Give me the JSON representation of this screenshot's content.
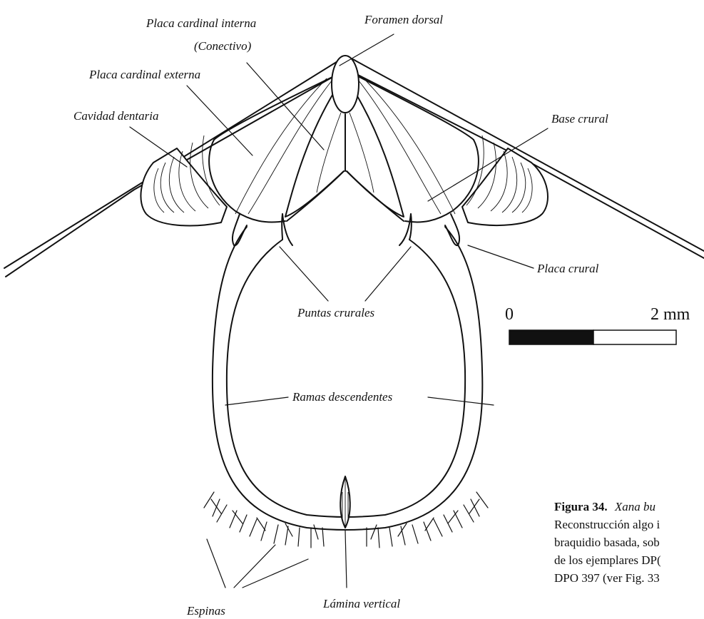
{
  "labels": {
    "foramen_dorsal": "Foramen dorsal",
    "placa_cardinal_interna": "Placa cardinal interna",
    "conectivo": "(Conectivo)",
    "placa_cardinal_externa": "Placa cardinal externa",
    "cavidad_dentaria": "Cavidad dentaria",
    "base_crural": "Base crural",
    "placa_crural": "Placa crural",
    "puntas_crurales": "Puntas crurales",
    "ramas_descendentes": "Ramas descendentes",
    "espinas": "Espinas",
    "lamina_vertical": "Lámina vertical"
  },
  "scale_bar": {
    "start_label": "0",
    "end_label": "2 mm",
    "segments": 2
  },
  "caption": {
    "figure_number": "Figura 34.",
    "species": "Xana bu",
    "lines": [
      "Reconstrucción algo i",
      "braquidio basada, sob",
      "de los ejemplares DP(",
      "DPO 397 (ver Fig. 33"
    ]
  }
}
